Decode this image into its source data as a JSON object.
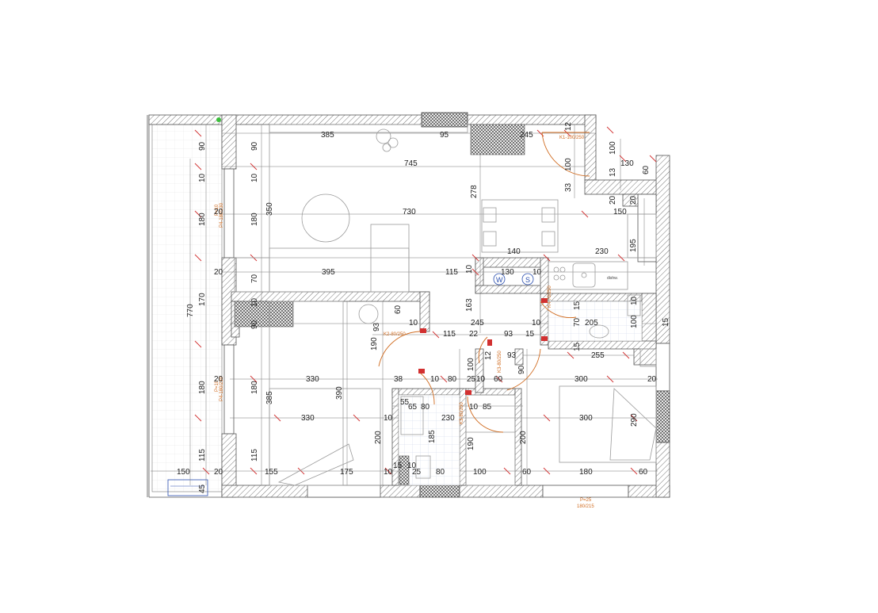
{
  "colors": {
    "wall": "#555555",
    "dimension_tick": "#d23030",
    "door_label": "#d06b1f",
    "tile": "#c9d6e8",
    "appliance": "#2a4fb0"
  },
  "dimensions": {
    "top_385": "385",
    "top_95": "95",
    "top_245": "245",
    "top_12": "12",
    "d_90a": "90",
    "d_90b": "90",
    "d_10a": "10",
    "d_10b": "10",
    "d_745": "745",
    "d_278": "278",
    "d_100a": "100",
    "d_100b": "100",
    "d_13": "13",
    "d_130a": "130",
    "d_60a": "60",
    "d_33": "33",
    "d_730": "730",
    "d_180a": "180",
    "d_20a": "20",
    "d_180b": "180",
    "d_350": "350",
    "d_20b": "20",
    "d_150a": "150",
    "d_195": "195",
    "d_140": "140",
    "d_230a": "230",
    "d_20c": "20",
    "d_70a": "70",
    "d_395": "395",
    "d_115a": "115",
    "d_10c": "10",
    "d_130b": "130",
    "d_10d": "10",
    "d_770": "770",
    "d_170": "170",
    "d_10e": "10",
    "d_163": "163",
    "d_15a": "15",
    "d_70b": "70",
    "d_60b": "60",
    "d_10f": "10",
    "d_90c": "90",
    "d_10g": "10",
    "d_245b": "245",
    "d_10h": "10",
    "d_205": "205",
    "d_100c": "100",
    "d_15b": "15",
    "d_190a": "190",
    "d_115b": "115",
    "d_22": "22",
    "d_93a": "93",
    "d_15c": "15",
    "d_15d": "15",
    "d_93b": "93",
    "d_12": "12",
    "d_255": "255",
    "d_100d": "100",
    "d_90d": "90",
    "d_330a": "330",
    "d_10i": "10",
    "d_80a": "80",
    "d_25a": "25",
    "d_10j": "10",
    "d_60c": "60",
    "d_300a": "300",
    "d_20d": "20",
    "d_180c": "180",
    "d_20e": "20",
    "d_180d": "180",
    "d_385": "385",
    "d_390": "390",
    "d_38": "38",
    "d_55": "55",
    "d_65": "65",
    "d_80b": "80",
    "d_10k": "10",
    "d_85": "85",
    "d_330b": "330",
    "d_10l": "10",
    "d_230b": "230",
    "d_300b": "300",
    "d_290": "290",
    "d_185": "185",
    "d_200a": "200",
    "d_190b": "190",
    "d_200b": "200",
    "d_115c": "115",
    "d_115d": "115",
    "d_15e": "15",
    "d_10m": "10",
    "d_150b": "150",
    "d_20f": "20",
    "d_155": "155",
    "d_175": "175",
    "d_10n": "10",
    "d_25b": "25",
    "d_80c": "80",
    "d_100e": "100",
    "d_60d": "60",
    "d_180e": "180",
    "d_60e": "60",
    "d_45": "45"
  },
  "door_labels": {
    "k1": "K1-100/250",
    "k4": "K4-70/250",
    "k2": "K2-80/250",
    "k3a": "K3-80/250",
    "k3b": "K3-80/250"
  },
  "window_labels": {
    "p10a_top": "P=10",
    "p10a_bot": "P4-180/230",
    "p10b_top": "P=10",
    "p10b_bot": "P4-180/230",
    "p25_top": "P=25",
    "p25_bot": "180/215"
  },
  "appliances": {
    "washer": "W",
    "dryer": "S",
    "stove_tag": "dishw."
  }
}
